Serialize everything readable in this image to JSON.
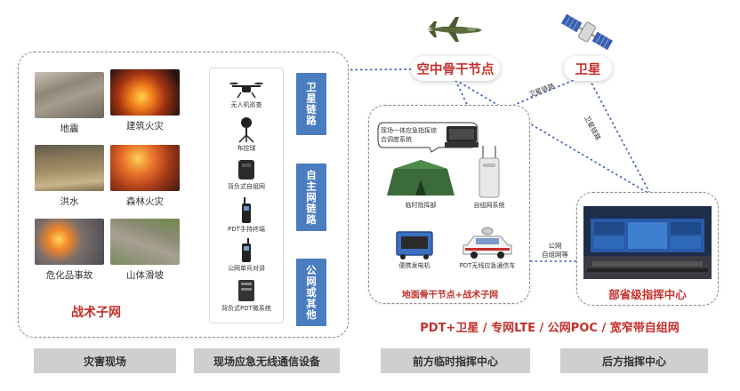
{
  "left_panel": {
    "disasters": [
      {
        "label": "地震"
      },
      {
        "label": "建筑火灾"
      },
      {
        "label": "洪水"
      },
      {
        "label": "森林火灾"
      },
      {
        "label": "危化品事故"
      },
      {
        "label": "山体滑坡"
      }
    ],
    "title": "战术子网",
    "equipment": [
      {
        "label": "无人机巡查",
        "icon": "drone-icon"
      },
      {
        "label": "布控球",
        "icon": "dome-camera-icon"
      },
      {
        "label": "背负式自组网",
        "icon": "backpack-radio-icon"
      },
      {
        "label": "PDT手持终端",
        "icon": "handheld-radio-icon"
      },
      {
        "label": "公网单兵对讲",
        "icon": "walkie-talkie-icon"
      },
      {
        "label": "背负式PDT微系统",
        "icon": "backpack-pdt-icon"
      }
    ],
    "links": [
      {
        "label": "卫星链路"
      },
      {
        "label": "自主网链路"
      },
      {
        "label": "公网或其他"
      }
    ]
  },
  "air_node": {
    "label": "空中骨干节点",
    "icon": "aircraft-icon"
  },
  "satellite": {
    "label": "卫星",
    "icon": "satellite-icon"
  },
  "link_labels": {
    "sat_to_air": "卫星链路",
    "sat_to_hq": "卫星链路",
    "public_net_line1": "公网",
    "public_net_line2": "自组网等"
  },
  "mid_panel": {
    "bubble": "现场一体应急指挥综合调度系统",
    "items": [
      {
        "label": "临时指挥部",
        "icon": "tent-icon"
      },
      {
        "label": "自组网系统",
        "icon": "base-station-icon"
      },
      {
        "label": "便携发电机",
        "icon": "generator-icon"
      },
      {
        "label": "PDT无线应急通信车",
        "icon": "vehicle-icon"
      }
    ],
    "title": "地面骨干节点+战术子网"
  },
  "right_panel": {
    "title": "部省级指挥中心",
    "icon": "video-wall-icon"
  },
  "tech_line": "PDT+卫星 / 专网LTE / 公网POC / 宽窄带自组网",
  "bottom_bars": [
    {
      "label": "灾害现场"
    },
    {
      "label": "现场应急无线通信设备"
    },
    {
      "label": "前方临时指挥中心"
    },
    {
      "label": "后方指挥中心"
    }
  ],
  "colors": {
    "accent_red": "#c4302b",
    "link_blue": "#4a7cc0",
    "line_blue": "#3a5fb0",
    "bar_gray": "#cfcfcf"
  }
}
